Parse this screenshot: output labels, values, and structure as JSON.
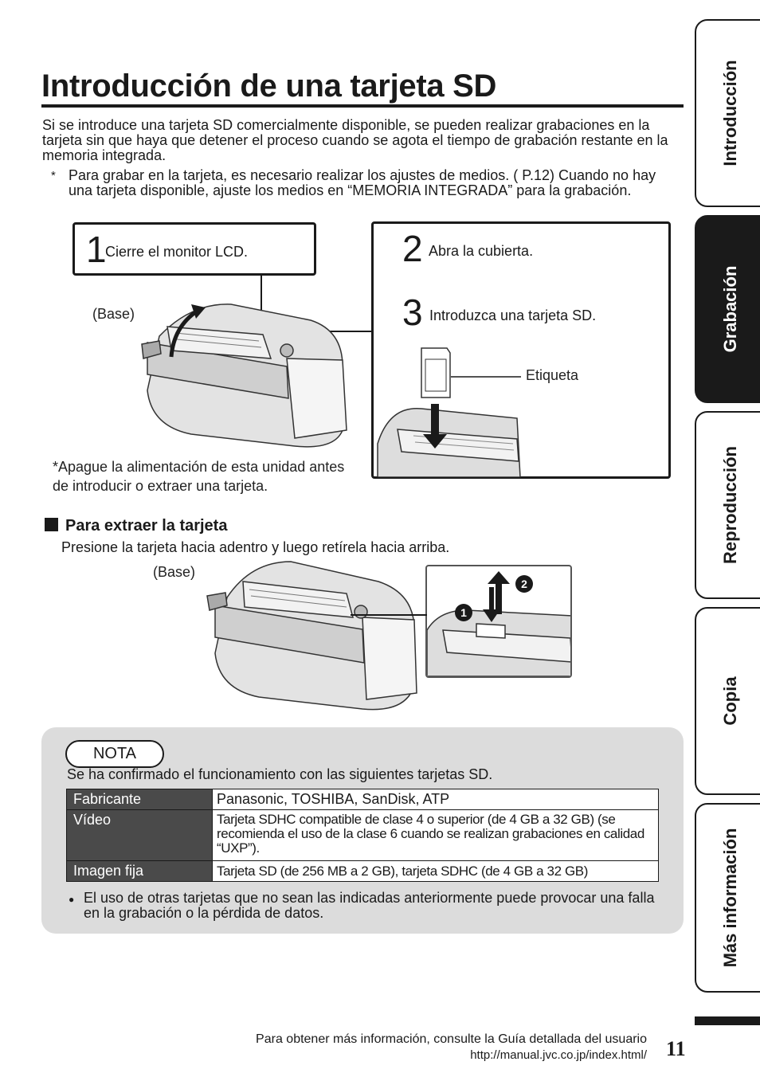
{
  "page": {
    "title": "Introducción de una tarjeta SD",
    "intro": "Si se introduce una tarjeta SD comercialmente disponible, se pueden realizar grabaciones en la tarjeta sin que haya que detener el proceso cuando se agota el tiempo de grabación restante en la memoria integrada.",
    "note_star": "*",
    "note": "Para grabar en la tarjeta, es necesario realizar los ajustes de medios. ( P.12) Cuando no hay una tarjeta disponible, ajuste los medios en “MEMORIA INTEGRADA” para la grabación."
  },
  "steps": [
    {
      "num": "1",
      "text": "Cierre el monitor LCD."
    },
    {
      "num": "2",
      "text": "Abra la cubierta."
    },
    {
      "num": "3",
      "text": "Introduzca una tarjeta SD."
    }
  ],
  "figure1": {
    "base_label": "(Base)",
    "label_tag": "Etiqueta",
    "caution": "*Apague la alimentación de esta unidad antes de introducir o extraer una tarjeta."
  },
  "remove": {
    "heading": "Para extraer la tarjeta",
    "desc": "Presione la tarjeta hacia adentro y luego retírela hacia arriba.",
    "base_label": "(Base)",
    "marker1": "1",
    "marker2": "2"
  },
  "nota": {
    "label": "NOTA",
    "intro": "Se ha confirmado el funcionamiento con las siguientes tarjetas SD.",
    "rows": [
      {
        "h": "Fabricante",
        "v": "Panasonic, TOSHIBA, SanDisk, ATP"
      },
      {
        "h": "Vídeo",
        "v": "Tarjeta SDHC compatible de clase 4 o superior (de 4 GB a 32 GB) (se recomienda el uso de la clase 6 cuando se realizan grabaciones en calidad “UXP”)."
      },
      {
        "h": "Imagen fija",
        "v": "Tarjeta SD (de 256 MB a 2 GB), tarjeta SDHC (de 4 GB a 32 GB)"
      }
    ],
    "bullet_mark": "●",
    "bullet": "El uso de otras tarjetas que no sean las indicadas anteriormente puede provocar una falla en la grabación o la pérdida de datos."
  },
  "footer": {
    "line1": "Para obtener más información, consulte la Guía detallada del usuario",
    "line2": "http://manual.jvc.co.jp/index.html/",
    "page_number": "11"
  },
  "tabs": [
    {
      "label": "Introducción",
      "active": false
    },
    {
      "label": "Grabación",
      "active": true
    },
    {
      "label": "Reproducción",
      "active": false
    },
    {
      "label": "Copia",
      "active": false
    },
    {
      "label": "Más información",
      "active": false
    }
  ]
}
